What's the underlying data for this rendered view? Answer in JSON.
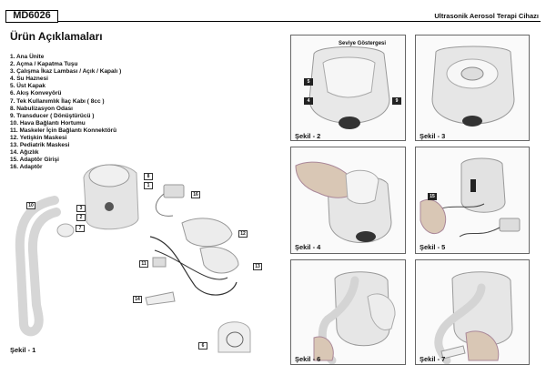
{
  "header": {
    "model": "MD6026",
    "device_title": "Ultrasonik Aerosol Terapi Cihazı"
  },
  "section_title": "Ürün Açıklamaları",
  "parts": [
    "1.  Ana Ünite",
    "2.  Açma / Kapatma Tuşu",
    "3.  Çalışma İkaz Lambası / Açık / Kapalı )",
    "4.  Su Haznesi",
    "5.  Üst Kapak",
    "6.  Akış Konveyörü",
    "7.  Tek Kullanımlık İlaç Kabı ( 8cc )",
    "8.  Nabulizasyon Odası",
    "9.  Transducer ( Dönüştürücü )",
    "10. Hava Bağlantı Hortumu",
    "11. Maskeler İçin Bağlantı Konnektörü",
    "12. Yetişkin Maskesi",
    "13. Pediatrik Maskesi",
    "14. Ağızlık",
    "15. Adaptör Girişi",
    "16. Adaptör"
  ],
  "figures": {
    "fig1": {
      "caption": "Şekil - 1",
      "callouts": [
        "8",
        "1",
        "3",
        "2",
        "7",
        "10",
        "16",
        "12",
        "11",
        "13",
        "14",
        "6"
      ]
    },
    "fig2": {
      "caption": "Şekil - 2",
      "level_label": "Seviye Göstergesi",
      "callouts": [
        "5",
        "4",
        "9"
      ]
    },
    "fig3": {
      "caption": "Şekil - 3"
    },
    "fig4": {
      "caption": "Şekil - 4"
    },
    "fig5": {
      "caption": "Şekil - 5",
      "callouts": [
        "15"
      ]
    },
    "fig6": {
      "caption": "Şekil - 6"
    },
    "fig7": {
      "caption": "Şekil - 7"
    }
  }
}
